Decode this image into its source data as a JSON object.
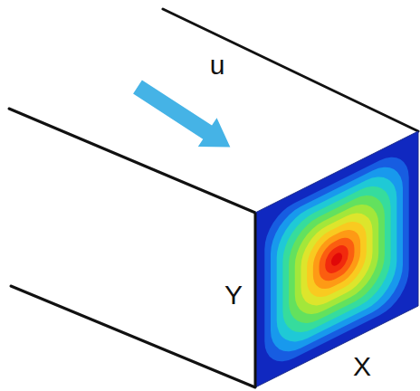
{
  "diagram": {
    "labels": [
      "u",
      "Y",
      "X"
    ]
  }
}
